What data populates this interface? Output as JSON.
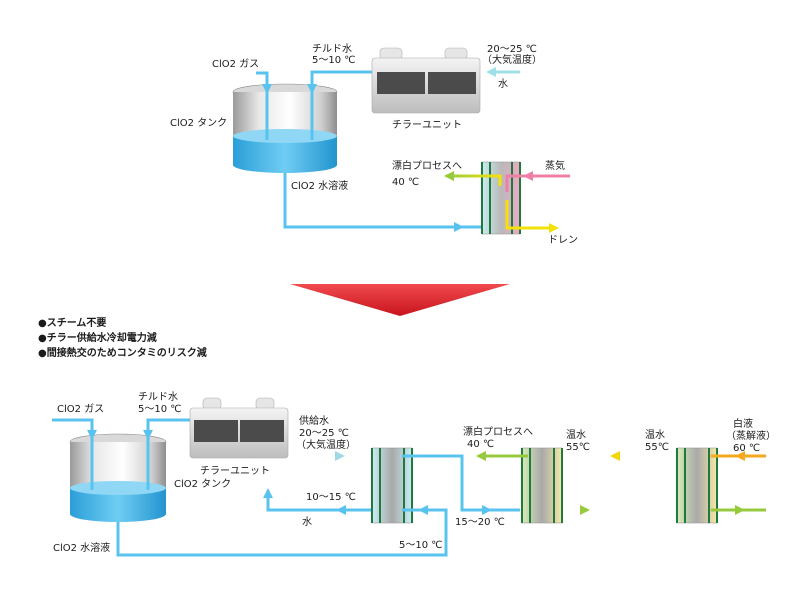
{
  "top": {
    "clo2_gas": "ClO2 ガス",
    "chilled_water": "チルド水",
    "chilled_temp": "5～10 ℃",
    "ambient_temp": "20～25 ℃",
    "ambient_note": "（大気温度）",
    "water": "水",
    "clo2_tank": "ClO2 タンク",
    "chiller_unit": "チラーユニット",
    "bleach_process": "漂白プロセスへ",
    "bleach_temp": "40 ℃",
    "steam": "蒸気",
    "clo2_solution": "ClO2 水溶液",
    "drain": "ドレン"
  },
  "bullets": [
    "●スチーム不要",
    "●チラー供給水冷却電力減",
    "●間接熱交のためコンタミのリスク減"
  ],
  "bottom": {
    "clo2_gas": "ClO2 ガス",
    "chilled_water": "チルド水",
    "chilled_temp": "5～10 ℃",
    "supply_water": "供給水",
    "supply_temp": "20～25 ℃",
    "supply_note": "（大気温度）",
    "bleach_process": "漂白プロセスへ",
    "bleach_temp": "40 ℃",
    "warm_water_1": "温水",
    "warm_temp_1": "55℃",
    "warm_water_2": "温水",
    "warm_temp_2": "55℃",
    "white_liquor": "白液",
    "white_liquor_note": "（蒸解液）",
    "white_liquor_temp": "60 ℃",
    "chiller_unit": "チラーユニット",
    "clo2_tank": "ClO2 タンク",
    "temp_10_15": "10～15 ℃",
    "water": "水",
    "temp_15_20": "15～20 ℃",
    "clo2_solution": "ClO2 水溶液",
    "temp_5_10": "5～10 ℃"
  },
  "colors": {
    "pipe_blue": "#58c3ee",
    "pipe_light": "#9fe0e6",
    "tank_water": "#3fb4e6",
    "arrow_red": "#e0282f",
    "steam_pink": "#ef7fa6",
    "yellow": "#f2e20a",
    "green": "#97c93d",
    "orange": "#f6a91d",
    "hx_frame": "#1e7a3c"
  }
}
